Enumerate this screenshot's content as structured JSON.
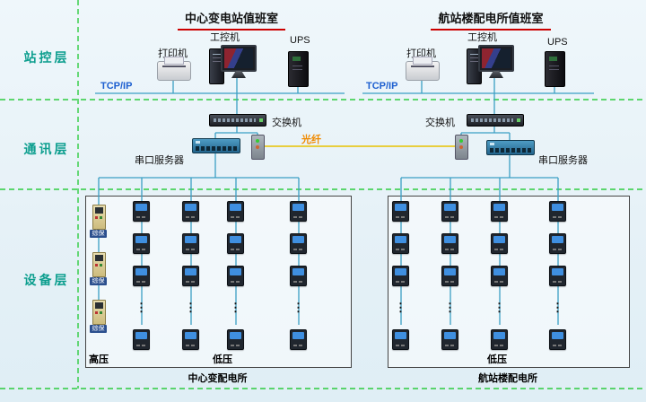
{
  "layers": {
    "station": "站控层",
    "comm": "通讯层",
    "device": "设备层"
  },
  "rooms": {
    "left": {
      "title": "中心变电站值班室",
      "printer": "打印机",
      "ipc": "工控机",
      "ups": "UPS",
      "tcpip": "TCP/IP",
      "switch": "交换机",
      "serial_server": "串口服务器"
    },
    "right": {
      "title": "航站楼配电所值班室",
      "printer": "打印机",
      "ipc": "工控机",
      "ups": "UPS",
      "tcpip": "TCP/IP",
      "switch": "交换机",
      "serial_server": "串口服务器"
    }
  },
  "fiber": {
    "label": "光纤"
  },
  "device_area": {
    "left_box": {
      "hv": "高压",
      "lv": "低压",
      "caption": "中心变配电所",
      "relays": [
        "综保",
        "综保",
        "综保"
      ]
    },
    "right_box": {
      "lv": "低压",
      "caption": "航站楼配电所"
    }
  },
  "misc": {
    "ellipsis": "⋮"
  },
  "colors": {
    "background": "#e9f3f8",
    "layer_text": "#0c9e8e",
    "dashed_separator": "#2ecc40",
    "network_line": "#3b9fc4",
    "fiber_line": "#e7c100",
    "fiber_text": "#f08a00",
    "tcpip_text": "#1d5fd0",
    "title_underline": "#cc0000"
  }
}
